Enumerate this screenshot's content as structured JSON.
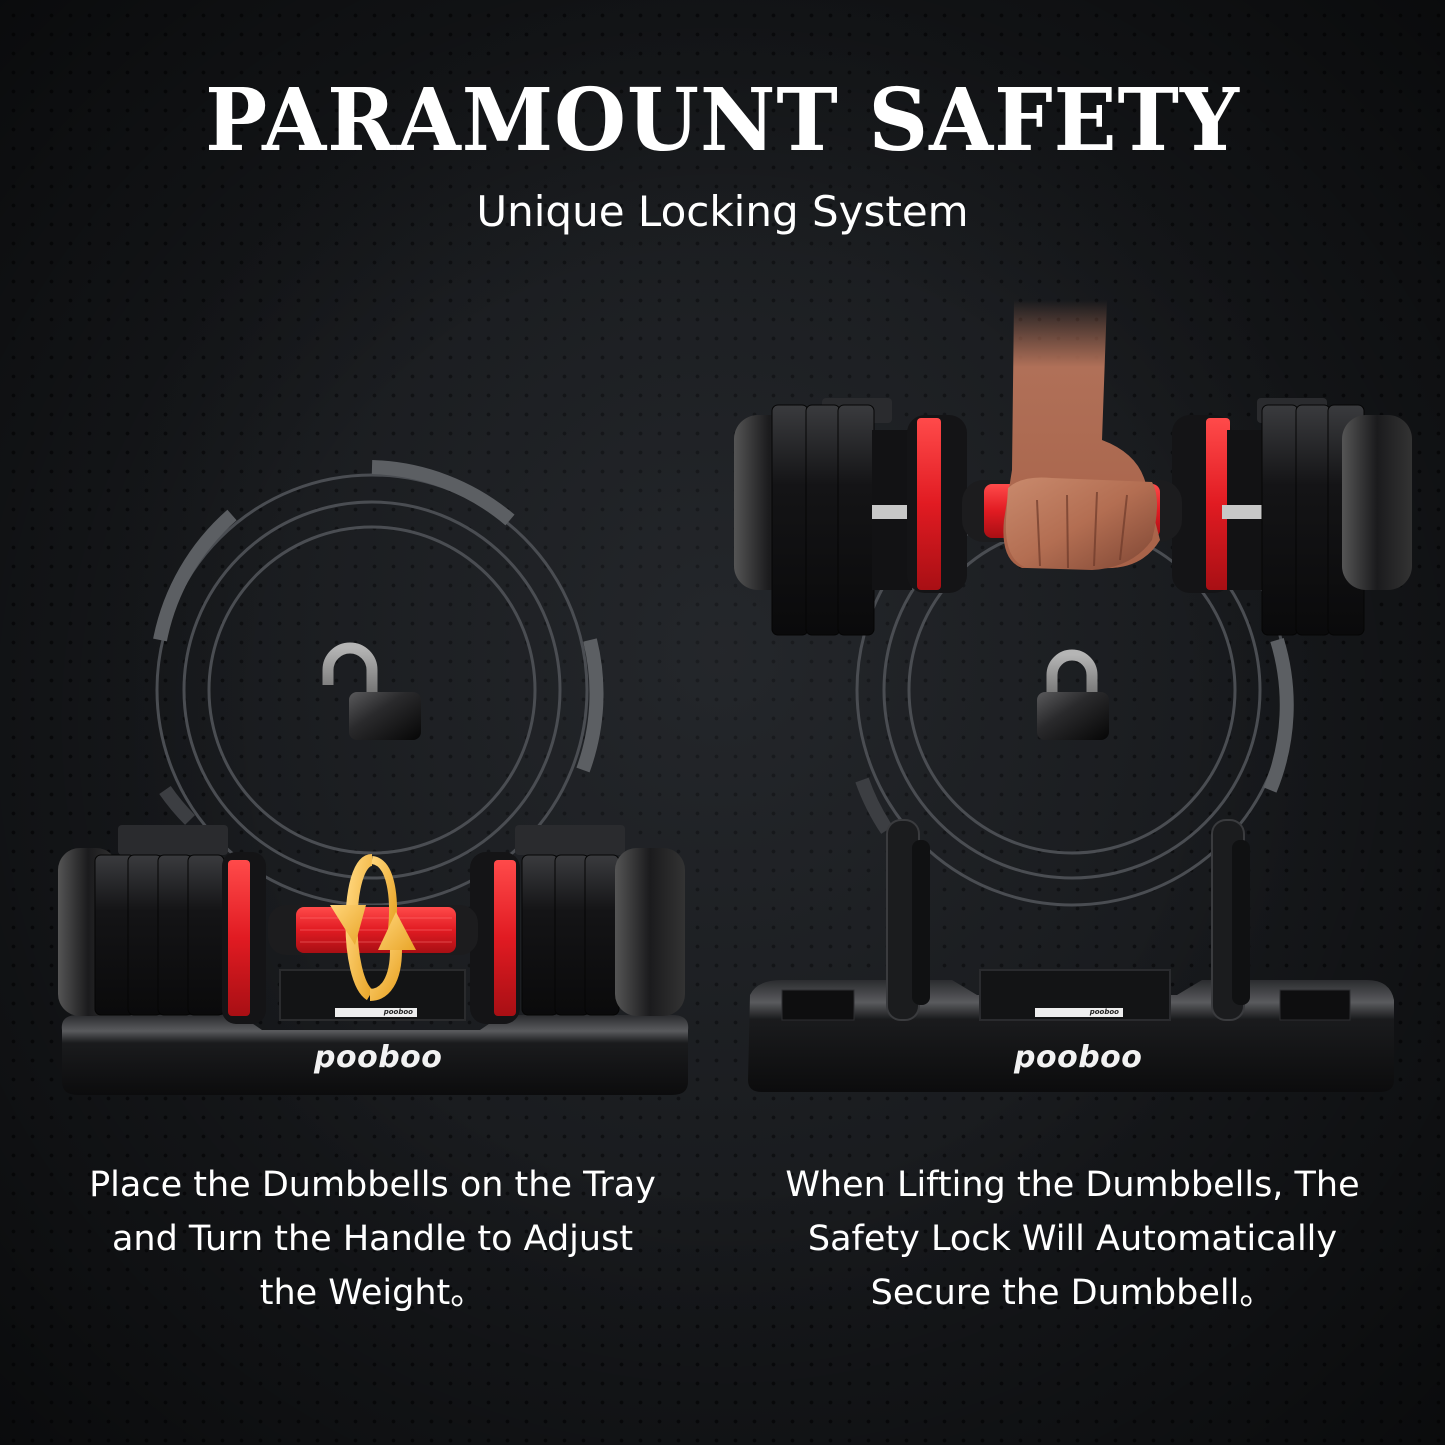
{
  "header": {
    "title": "PARAMOUNT SAFETY",
    "subtitle": "Unique Locking System"
  },
  "brand": {
    "name": "pooboo",
    "accent_color": "#e11b22",
    "arrow_color": "#f3b63a",
    "background_color": "#17191c"
  },
  "panels": [
    {
      "id": "left",
      "state": "unlocked",
      "lock_icon": "unlocked-padlock-icon",
      "rotation_icon": "rotate-arrows-icon",
      "tray_brand": "pooboo",
      "tray_label": "pooboo",
      "caption_lines": [
        "Place the Dumbbells on the Tray",
        "and Turn the Handle to Adjust",
        "the Weight。"
      ]
    },
    {
      "id": "right",
      "state": "locked",
      "lock_icon": "locked-padlock-icon",
      "tray_brand": "pooboo",
      "tray_label": "pooboo",
      "caption_lines": [
        "When Lifting the Dumbbells, The",
        "Safety Lock Will Automatically",
        "Secure the Dumbbell。"
      ]
    }
  ]
}
